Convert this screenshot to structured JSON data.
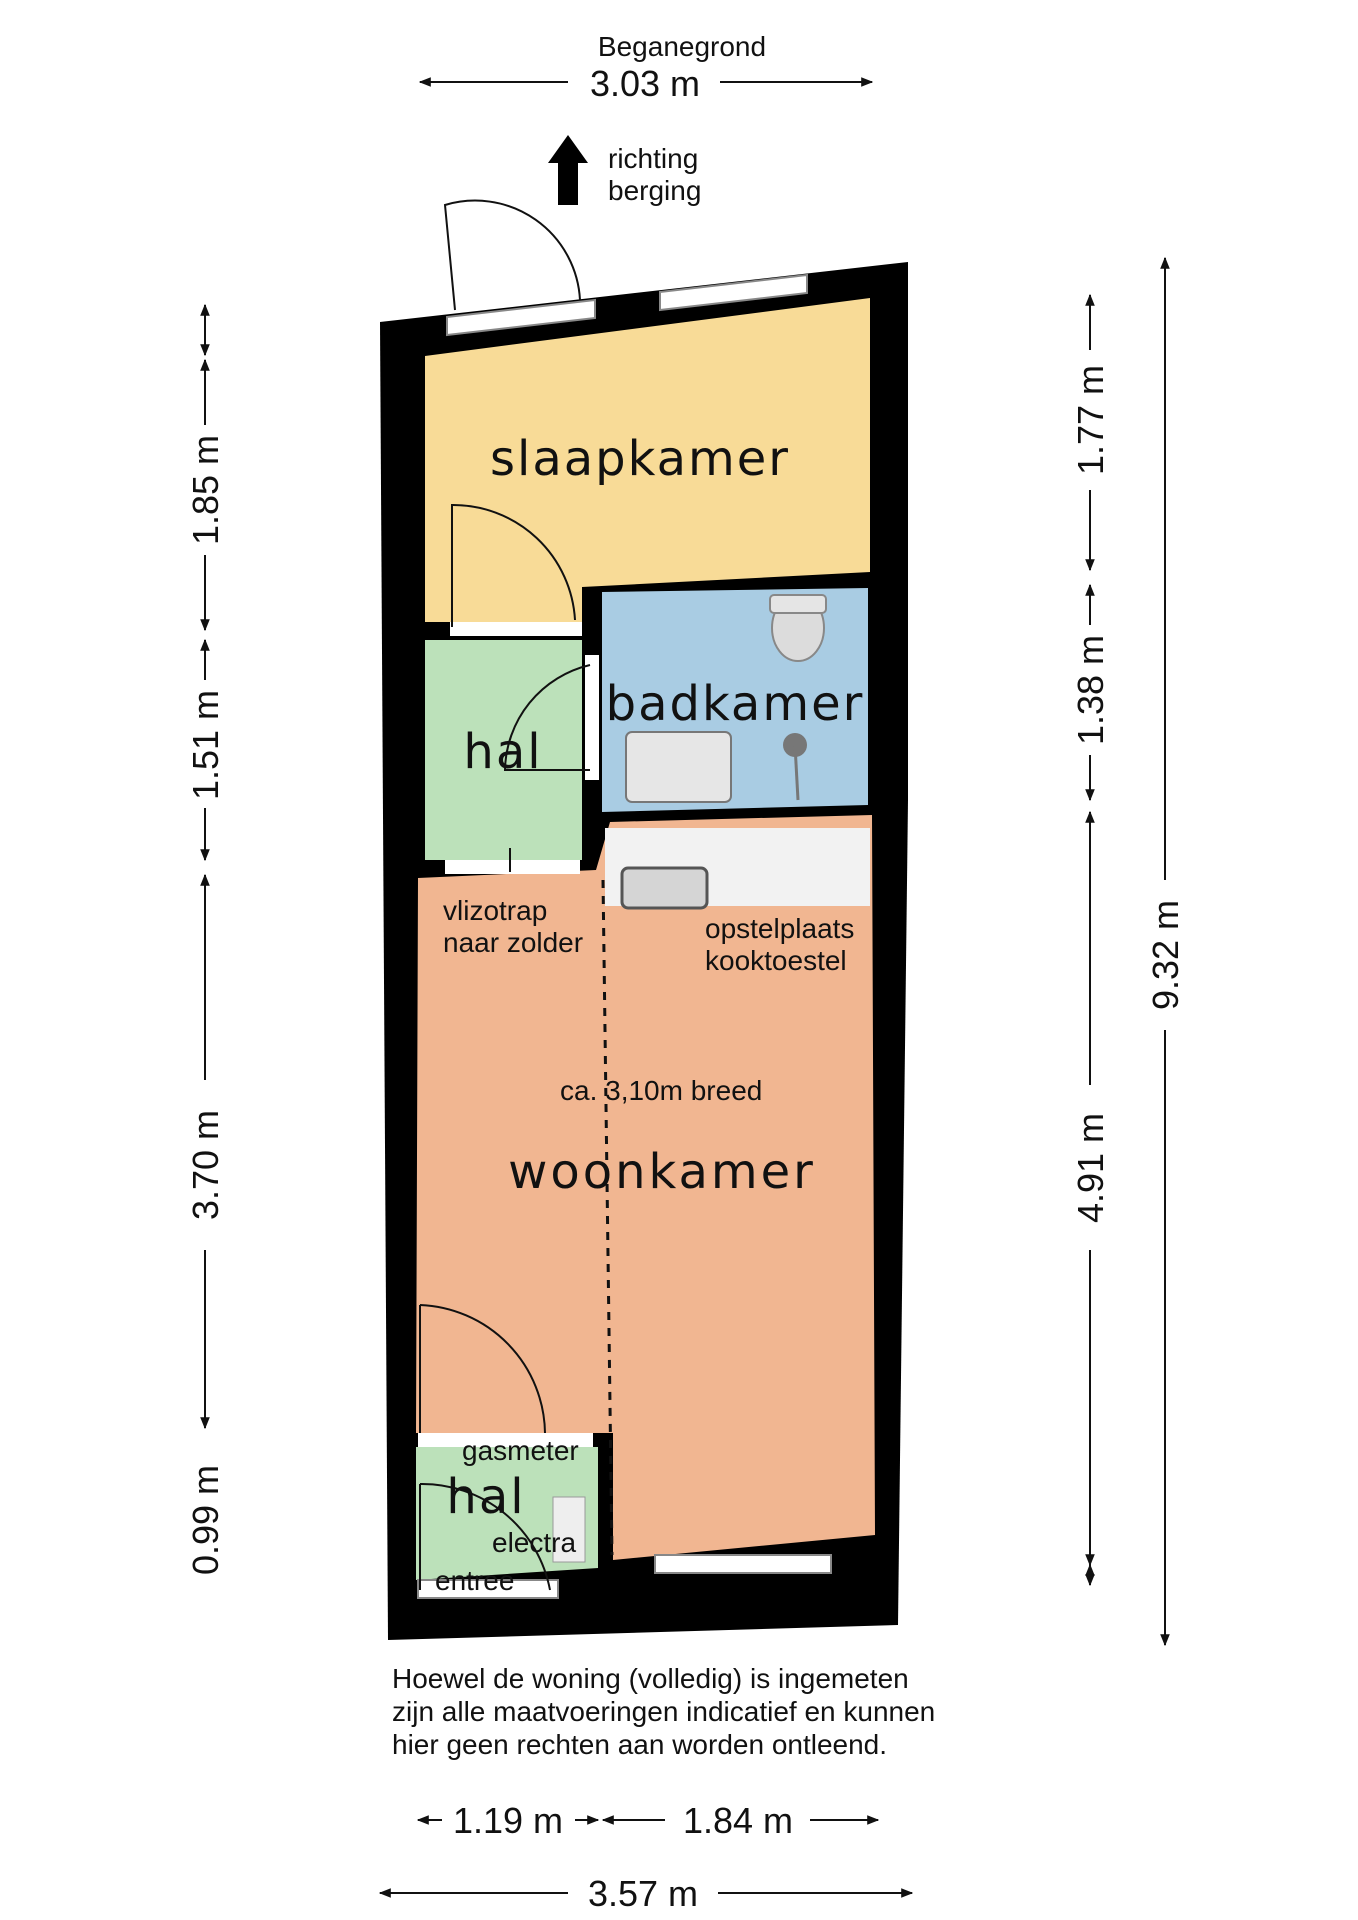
{
  "floor_title": "Beganegrond",
  "direction": {
    "line1": "richting",
    "line2": "berging"
  },
  "rooms": {
    "slaapkamer": "slaapkamer",
    "badkamer": "badkamer",
    "hal_upper": "hal",
    "woonkamer": "woonkamer",
    "hal_lower": "hal"
  },
  "annotations": {
    "vlizotrap_1": "vlizotrap",
    "vlizotrap_2": "naar zolder",
    "opstel_1": "opstelplaats",
    "opstel_2": "kooktoestel",
    "breed": "ca. 3,10m breed",
    "gasmeter": "gasmeter",
    "electra": "electra",
    "entree": "entree"
  },
  "dimensions": {
    "top_width": "3.03 m",
    "left_1": "1.85 m",
    "left_2": "1.51 m",
    "left_3": "3.70 m",
    "left_4": "0.99 m",
    "right_1": "1.77 m",
    "right_2": "1.38 m",
    "right_3": "4.91 m",
    "right_total": "9.32 m",
    "bottom_1": "1.19 m",
    "bottom_2": "1.84 m",
    "bottom_total": "3.57 m"
  },
  "disclaimer": [
    "Hoewel de woning (volledig) is ingemeten",
    "zijn alle maatvoeringen indicatief en kunnen",
    "hier geen rechten aan worden ontleend."
  ],
  "colors": {
    "slaapkamer": "#F8DB97",
    "badkamer": "#A9CCE3",
    "hal": "#BCE1BA",
    "woonkamer": "#F1B691",
    "wall": "#000000"
  }
}
